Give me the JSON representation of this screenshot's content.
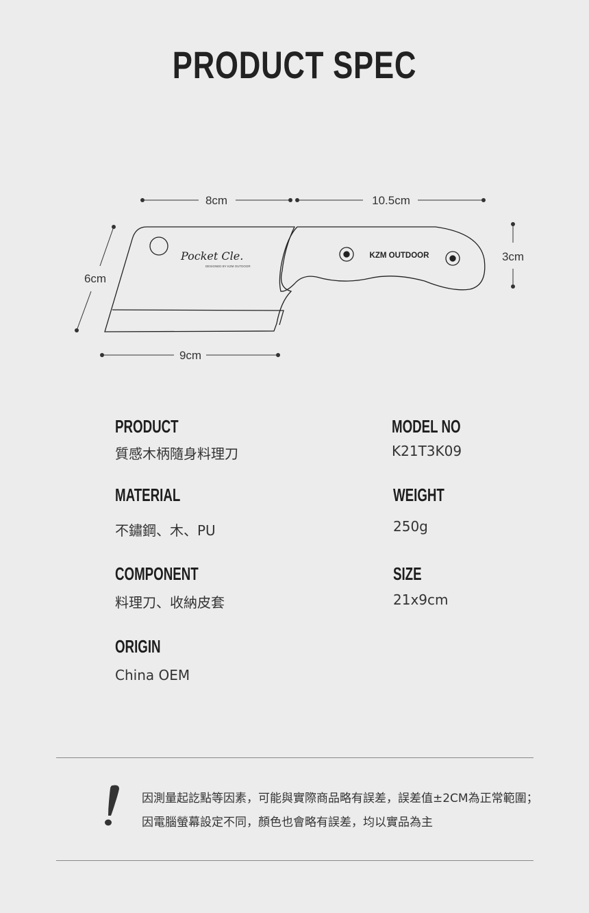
{
  "title": "PRODUCT SPEC",
  "diagram": {
    "dimensions": {
      "handle_length_top": "8cm",
      "blade_length_top": "10.5cm",
      "height_left": "6cm",
      "height_right": "3cm",
      "blade_length_bottom": "9cm"
    },
    "blade_script_text": "Pocket Cle.",
    "blade_small_text": "DESIGNED BY KZM OUTDOOR",
    "handle_brand": "KZM OUTDOOR"
  },
  "specs": {
    "product": {
      "label": "PRODUCT",
      "value": "質感木柄隨身料理刀"
    },
    "model_no": {
      "label": "MODEL NO",
      "value": "K21T3K09"
    },
    "material": {
      "label": "MATERIAL",
      "value": "不鏽鋼、木、PU"
    },
    "weight": {
      "label": "WEIGHT",
      "value": "250g"
    },
    "component": {
      "label": "COMPONENT",
      "value": "料理刀、收納皮套"
    },
    "size": {
      "label": "SIZE",
      "value": "21x9cm"
    },
    "origin": {
      "label": "ORIGIN",
      "value": "China OEM"
    }
  },
  "notice": {
    "line1": "因測量起訖點等因素，可能與實際商品略有誤差，誤差值±2CM為正常範圍；",
    "line2": "因電腦螢幕設定不同，顏色也會略有誤差，均以實品為主"
  }
}
